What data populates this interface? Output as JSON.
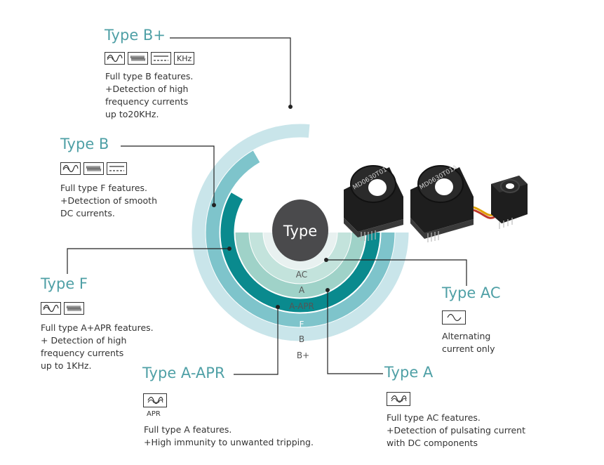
{
  "center_label": "Type",
  "ring_labels": [
    "AC",
    "A",
    "A-APR",
    "F",
    "B",
    "B+"
  ],
  "ring_colors": [
    "#e8f1f0",
    "#c3e3dc",
    "#9fd2c8",
    "#0a8a8e",
    "#7ec4cb",
    "#c9e5ea"
  ],
  "accent_color": "#4fa0a6",
  "types": {
    "b_plus": {
      "title": "Type B+",
      "icons": [
        "ac-wave-icon",
        "hf-wave-icon",
        "dc-icon"
      ],
      "icon_text": "KHz",
      "desc": "Full type B features.\n+Detection of high\nfrequency currents\nup to20KHz."
    },
    "b": {
      "title": "Type B",
      "icons": [
        "ac-wave-icon",
        "hf-wave-icon",
        "dc-icon"
      ],
      "desc": "Full type F features.\n+Detection of smooth\nDC currents."
    },
    "f": {
      "title": "Type F",
      "icons": [
        "ac-wave-icon",
        "hf-wave-icon"
      ],
      "desc": "Full type A+APR features.\n+ Detection of high\nfrequency currents\nup to 1KHz."
    },
    "a_apr": {
      "title": "Type A-APR",
      "icons": [
        "pulsating-wave-icon"
      ],
      "sublabel": "APR",
      "desc": "Full type A features.\n+High immunity to unwanted tripping."
    },
    "a": {
      "title": "Type A",
      "icons": [
        "pulsating-wave-icon"
      ],
      "desc": "Full type AC features.\n+Detection of pulsating current\nwith DC components"
    },
    "ac": {
      "title": "Type AC",
      "icons": [
        "sine-wave-icon"
      ],
      "desc": "Alternating\ncurrent only"
    }
  },
  "sensor_labels": [
    "MD0630T01",
    "MD0630T01A"
  ]
}
